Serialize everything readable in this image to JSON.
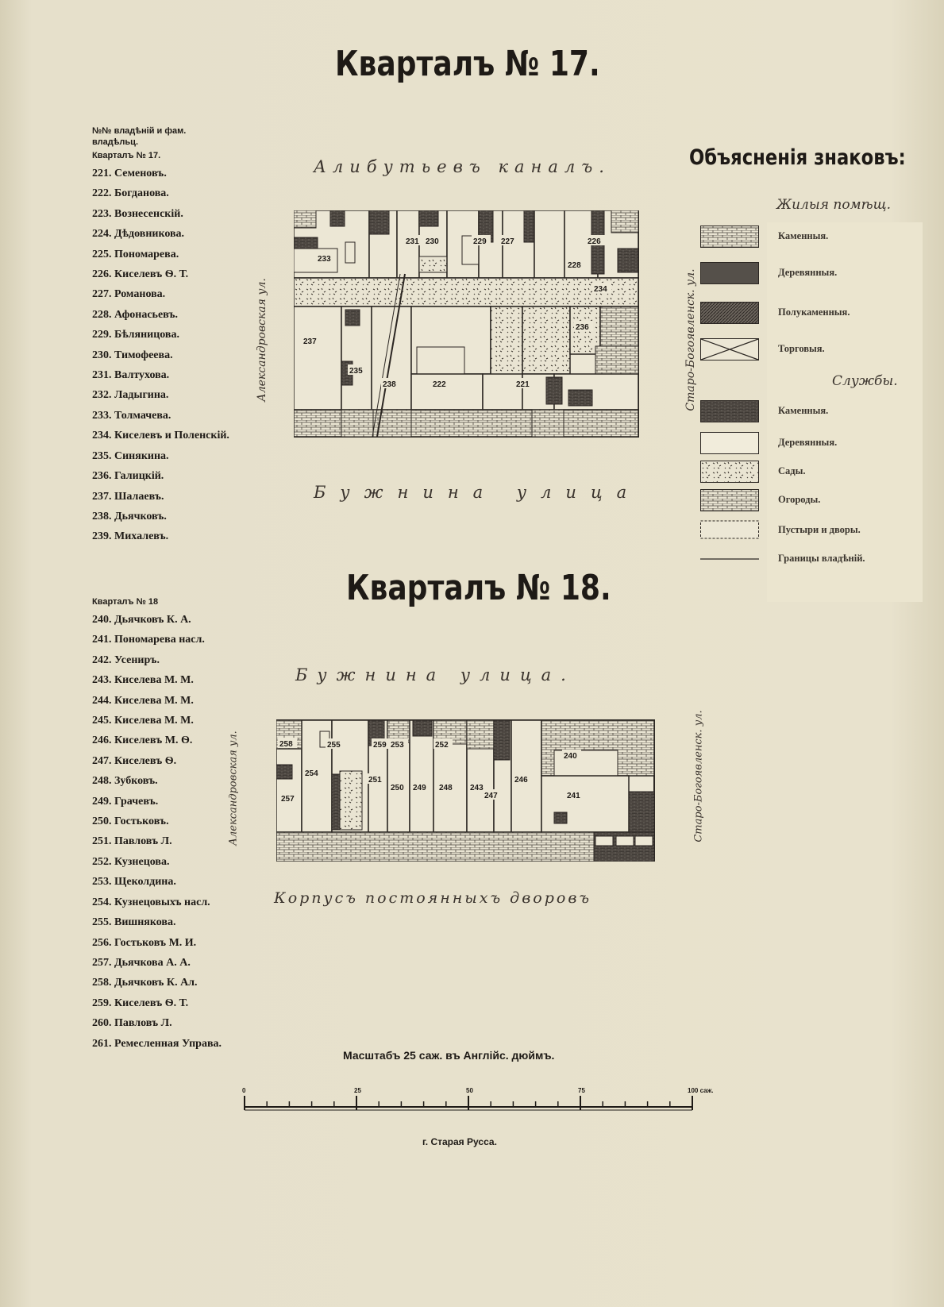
{
  "quarter17": {
    "title": "Кварталъ № 17.",
    "list_header": "№№ владѣній и фам. владѣльц.",
    "list_title": "Кварталъ № 17.",
    "owners": [
      "221. Семеновъ.",
      "222. Богданова.",
      "223. Вознесенскій.",
      "224. Дѣдовникова.",
      "225. Пономарева.",
      "226. Киселевъ Ѳ. Т.",
      "227. Романова.",
      "228. Афонасьевъ.",
      "229. Бѣляницова.",
      "230. Тимофеева.",
      "231. Валтухова.",
      "232. Ладыгина.",
      "233. Толмачева.",
      "234. Киселевъ и Поленскій.",
      "235. Синякина.",
      "236. Галицкій.",
      "237. Шалаевъ.",
      "238. Дьячковъ.",
      "239. Михалевъ."
    ],
    "street_top": "Алибутьевъ каналъ.",
    "street_bottom": "Бужнина улица",
    "street_left": "Александровская ул.",
    "street_right": "Старо-Богоявленск. ул.",
    "plot_labels": [
      "233",
      "231",
      "230",
      "229",
      "227",
      "226",
      "228",
      "234",
      "236",
      "237",
      "235",
      "238",
      "222",
      "221"
    ]
  },
  "quarter18": {
    "title": "Кварталъ № 18.",
    "list_title": "Кварталъ № 18",
    "owners": [
      "240. Дьячковъ К. А.",
      "241. Пономарева насл.",
      "242. Усениръ.",
      "243. Киселева М. М.",
      "244. Киселева М. М.",
      "245. Киселева М. М.",
      "246. Киселевъ М. Ѳ.",
      "247. Киселевъ Ѳ.",
      "248. Зубковъ.",
      "249. Грачевъ.",
      "250. Гостьковъ.",
      "251. Павловъ Л.",
      "252. Кузнецова.",
      "253. Щеколдина.",
      "254. Кузнецовыхъ насл.",
      "255. Вишнякова.",
      "256. Гостьковъ М. И.",
      "257. Дьячкова А. А.",
      "258. Дьячковъ К. Ал.",
      "259. Киселевъ Ѳ. Т.",
      "260. Павловъ Л.",
      "261. Ремесленная Управа."
    ],
    "street_top": "Бужнина улица.",
    "street_bottom": "Корпусъ постоянныхъ дворовъ",
    "street_left": "Александровская ул.",
    "street_right": "Старо-Богоявленск. ул.",
    "plot_labels": [
      "258",
      "255",
      "254",
      "259",
      "253",
      "252",
      "251",
      "250",
      "249",
      "248",
      "257",
      "243",
      "247",
      "246",
      "240",
      "241"
    ]
  },
  "legend": {
    "title": "Объясненія знаковъ:",
    "section_residential": "Жилыя помѣщ.",
    "residential": [
      "Каменныя.",
      "Деревянныя.",
      "Полукаменныя.",
      "Торговыя."
    ],
    "section_services": "Службы.",
    "services": [
      "Каменныя.",
      "Деревянныя.",
      "Сады.",
      "Огороды.",
      "Пустыри и дворы.",
      "Границы владѣній."
    ]
  },
  "scale": {
    "label": "Масштабъ 25 саж. въ Англійс. дюймъ.",
    "ticks": [
      "0",
      "25",
      "50",
      "75",
      "100 саж."
    ]
  },
  "footer": "г. Старая Русса."
}
